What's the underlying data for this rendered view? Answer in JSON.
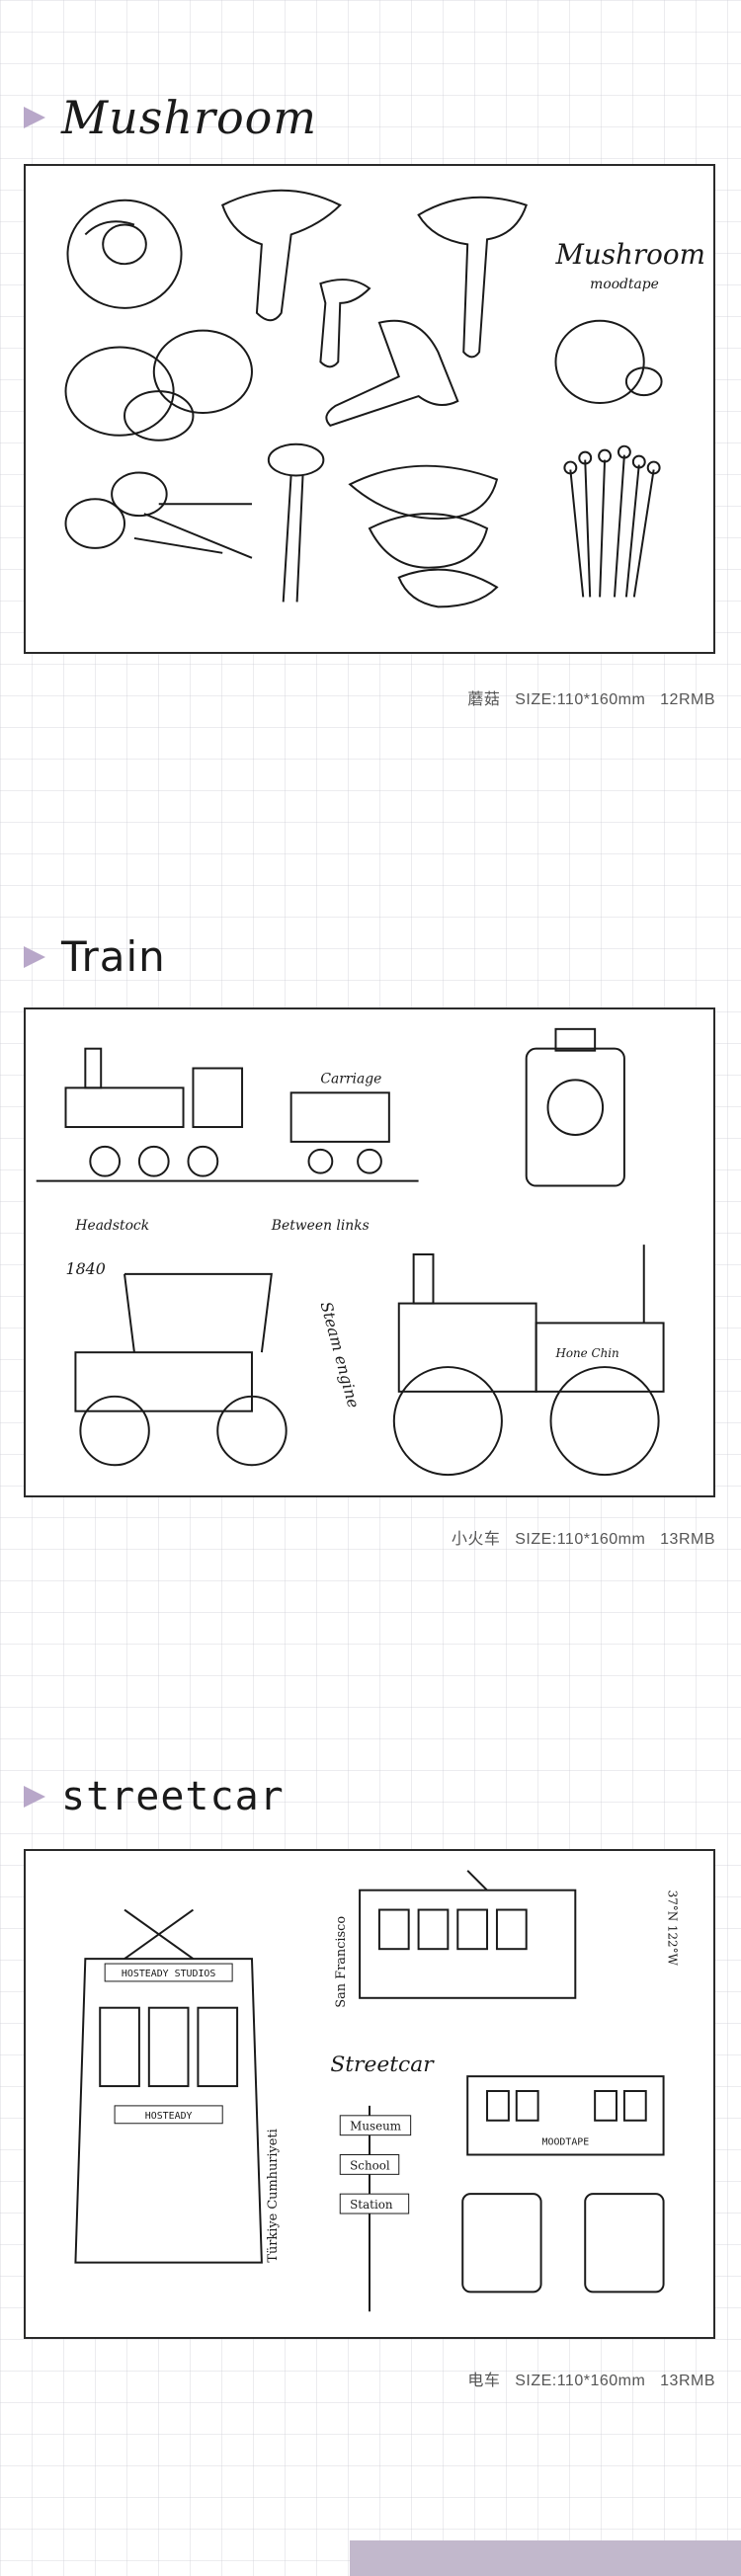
{
  "sections": [
    {
      "title": "Mushroom",
      "caption_name": "蘑菇",
      "caption_size": "SIZE:110*160mm",
      "caption_price": "12RMB",
      "art": {
        "brand_title": "Mushroom",
        "brand_sub": "moodtape"
      }
    },
    {
      "title": "Train",
      "caption_name": "小火车",
      "caption_size": "SIZE:110*160mm",
      "caption_price": "13RMB",
      "art": {
        "label_carriage": "Carriage",
        "label_headstock": "Headstock",
        "label_between": "Between links",
        "label_year": "1840",
        "label_steam": "Steam engine",
        "label_hone": "Hone Chin"
      }
    },
    {
      "title": "streetcar",
      "caption_name": "电车",
      "caption_size": "SIZE:110*160mm",
      "caption_price": "13RMB",
      "art": {
        "sign_top": "HOSTEADY STUDIOS",
        "sign_bottom": "HOSTEADY",
        "turkey": "Türkiye Cumhuriyeti",
        "sanfran": "San Francisco",
        "coords": "37°N  122°W",
        "streetcar_label": "Streetcar",
        "post_1": "Museum",
        "post_2": "School",
        "post_3": "Station",
        "tram_label": "MOODTAPE"
      }
    }
  ],
  "colors": {
    "accent": "#b8a7c9",
    "ink": "#1a1a1a",
    "footer": "#c2b8cc"
  }
}
